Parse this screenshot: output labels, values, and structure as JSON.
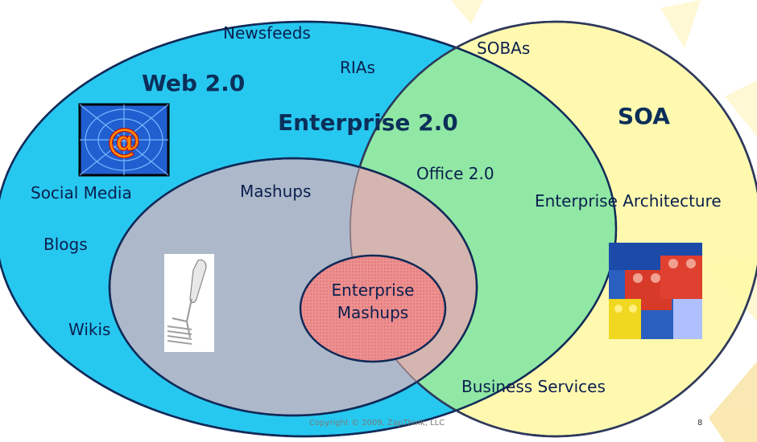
{
  "diagram": {
    "sets": {
      "web20": "Web 2.0",
      "enterprise20": "Enterprise 2.0",
      "soa": "SOA"
    },
    "items": {
      "newsfeeds": "Newsfeeds",
      "rias": "RIAs",
      "sobas": "SOBAs",
      "social_media": "Social Media",
      "blogs": "Blogs",
      "wikis": "Wikis",
      "mashups": "Mashups",
      "office20": "Office 2.0",
      "enterprise_architecture": "Enterprise Architecture",
      "business_services": "Business Services",
      "enterprise_mashups_line1": "Enterprise",
      "enterprise_mashups_line2": "Mashups"
    },
    "icons": {
      "web20": "at-sign-web-icon",
      "mashups": "potato-masher-icon",
      "soa": "building-blocks-icon"
    },
    "colors": {
      "web20_fill": "#27c8f0",
      "soa_fill": "#fff8a8",
      "enterprise20_fill": "#90e8a4",
      "mashups_fill": "#c0b6c4",
      "enterprise_mashups_fill": "#ec8d8c",
      "outline": "#102a58"
    }
  },
  "footer": {
    "copyright": "Copyright © 2009, ZapThink, LLC",
    "page_number": "8"
  }
}
